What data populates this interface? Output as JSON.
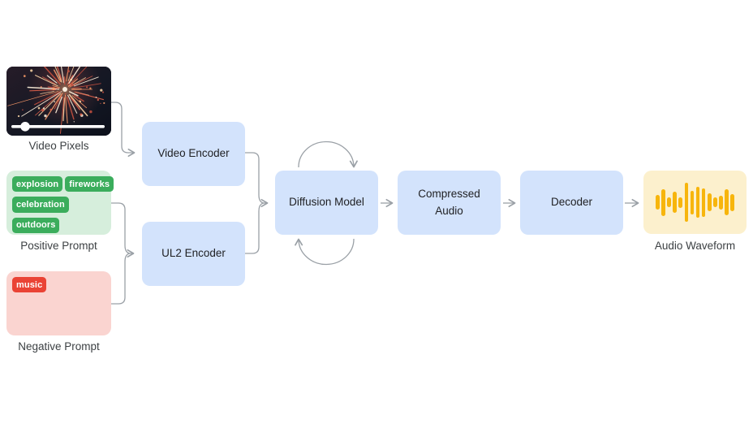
{
  "inputs": {
    "video_pixels": {
      "label": "Video Pixels"
    },
    "positive_prompt": {
      "label": "Positive Prompt",
      "tags": [
        "explosion",
        "fireworks",
        "celebration",
        "outdoors"
      ]
    },
    "negative_prompt": {
      "label": "Negative Prompt",
      "tags": [
        "music"
      ]
    }
  },
  "nodes": {
    "video_encoder": {
      "label": "Video Encoder"
    },
    "ul2_encoder": {
      "label": "UL2 Encoder"
    },
    "diffusion_model": {
      "label": "Diffusion Model"
    },
    "compressed_audio": {
      "label": "Compressed Audio"
    },
    "decoder": {
      "label": "Decoder"
    }
  },
  "output": {
    "audio_waveform": {
      "label": "Audio Waveform",
      "bar_heights": [
        18,
        33,
        12,
        26,
        13,
        48,
        29,
        38,
        35,
        22,
        12,
        17,
        32,
        21
      ]
    }
  },
  "icons": {
    "fireworks_thumbnail": "fireworks-video-frame",
    "video_progress_bar": "video-scrubber",
    "diffusion_loop": "circular-iteration-arrows",
    "waveform": "audio-waveform-bars"
  },
  "colors": {
    "node_fill": "#D3E3FC",
    "node_text": "#202124",
    "label_text": "#3C4043",
    "positive_fill": "#D6EEDC",
    "positive_tag": "#3BAD5C",
    "negative_fill": "#FAD4D0",
    "negative_tag": "#EA4335",
    "tag_text": "#FFFFFF",
    "waveform_fill": "#FCF0CD",
    "waveform_bar": "#F7B50C",
    "connector": "#9AA0A6"
  },
  "firework_palette": [
    "#FF9D6B",
    "#FFD9A8",
    "#E0604A",
    "#FFF1DC",
    "#C7503F"
  ]
}
